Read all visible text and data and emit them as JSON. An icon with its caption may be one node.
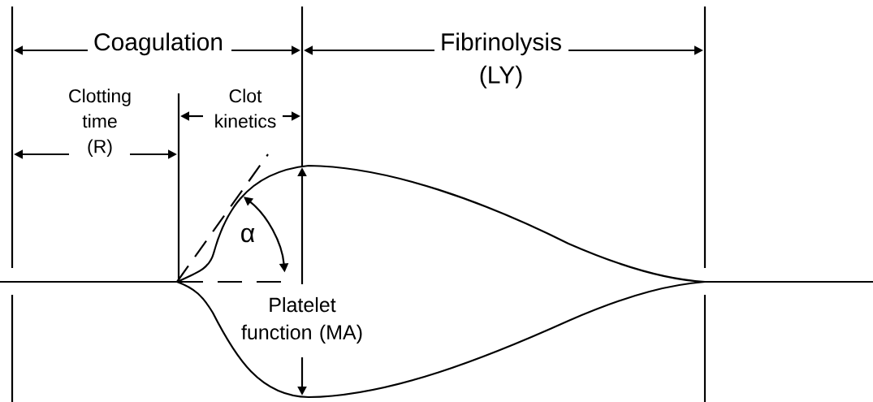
{
  "diagram": {
    "labels": [
      "Coagulation",
      "Fibrinolysis (LY)",
      "Clotting time (R)",
      "Clot kinetics",
      "α",
      "Platelet function (MA)"
    ]
  }
}
